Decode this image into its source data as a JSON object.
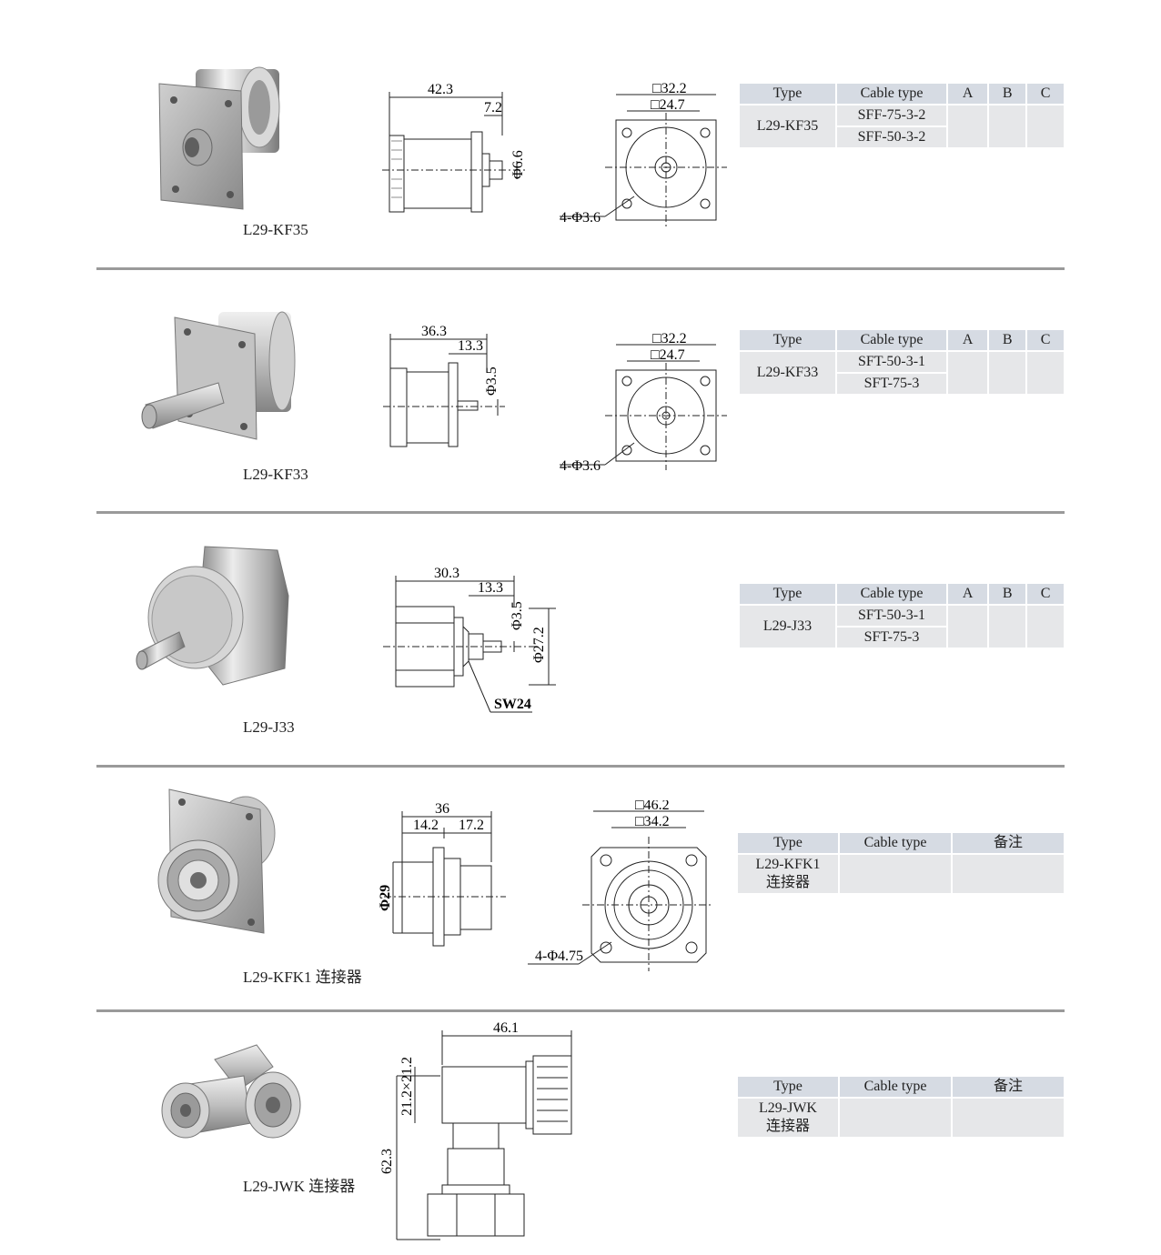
{
  "sections": [
    {
      "id": "kf35",
      "product_label": "L29-KF35",
      "drawing_side": {
        "overall": "42.3",
        "depth": "7.2",
        "pin": "Φ6.6"
      },
      "drawing_front": {
        "outer": "□32.2",
        "inner": "□24.7",
        "holes": "4-Φ3.6"
      },
      "table": {
        "headers": [
          "Type",
          "Cable type",
          "A",
          "B",
          "C"
        ],
        "type": "L29-KF35",
        "cables": [
          "SFF-75-3-2",
          "SFF-50-3-2"
        ]
      }
    },
    {
      "id": "kf33",
      "product_label": "L29-KF33",
      "drawing_side": {
        "overall": "36.3",
        "depth": "13.3",
        "pin": "Φ3.5"
      },
      "drawing_front": {
        "outer": "□32.2",
        "inner": "□24.7",
        "holes": "4-Φ3.6"
      },
      "table": {
        "headers": [
          "Type",
          "Cable type",
          "A",
          "B",
          "C"
        ],
        "type": "L29-KF33",
        "cables": [
          "SFT-50-3-1",
          "SFT-75-3"
        ]
      }
    },
    {
      "id": "j33",
      "product_label": "L29-J33",
      "drawing_side": {
        "overall": "30.3",
        "depth": "13.3",
        "pin": "Φ3.5",
        "body": "Φ27.2",
        "wrench": "SW24"
      },
      "table": {
        "headers": [
          "Type",
          "Cable type",
          "A",
          "B",
          "C"
        ],
        "type": "L29-J33",
        "cables": [
          "SFT-50-3-1",
          "SFT-75-3"
        ]
      }
    },
    {
      "id": "kfk1",
      "product_label": "L29-KFK1 连接器",
      "drawing_side": {
        "overall": "36",
        "left": "14.2",
        "right": "17.2",
        "dia": "Φ29"
      },
      "drawing_front": {
        "outer": "□46.2",
        "inner": "□34.2",
        "holes": "4-Φ4.75"
      },
      "table": {
        "headers": [
          "Type",
          "Cable type",
          "备注"
        ],
        "type_line1": "L29-KFK1",
        "type_line2": "连接器"
      }
    },
    {
      "id": "jwk",
      "product_label": "L29-JWK 连接器",
      "drawing_side": {
        "width": "46.1",
        "height": "62.3",
        "small": "21.2×21.2"
      },
      "table": {
        "headers": [
          "Type",
          "Cable type",
          "备注"
        ],
        "type_line1": "L29-JWK",
        "type_line2": "连接器"
      }
    }
  ]
}
